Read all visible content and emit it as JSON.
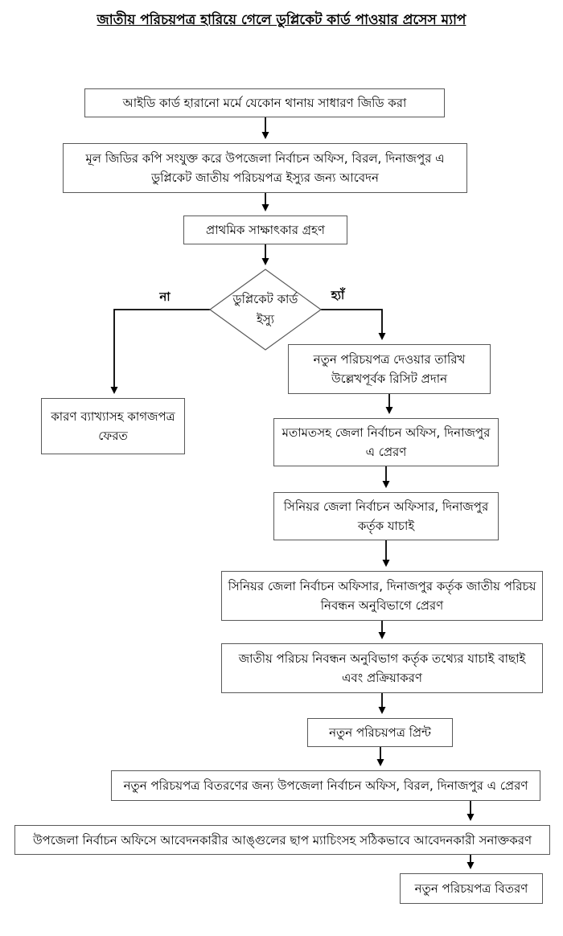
{
  "title": "জাতীয় পরিচয়পত্র হারিয়ে গেলে ডুপ্লিকেট কার্ড পাওয়ার প্রসেস ম্যাপ",
  "decision": {
    "text": "ডুপ্লিকেট কার্ড ইস্যু",
    "no_label": "না",
    "yes_label": "হ্যাঁ"
  },
  "steps": {
    "gd": "আইডি কার্ড হারানো মর্মে যেকোন থানায় সাধারণ জিডি করা",
    "application": "মূল জিডির কপি সংযুক্ত করে উপজেলা নির্বাচন অফিস, বিরল, দিনাজপুর এ ডুপ্লিকেট জাতীয় পরিচয়পত্র ইস্যুর জন্য আবেদন",
    "interview": "প্রাথমিক সাক্ষাৎকার গ্রহণ",
    "return_docs": "কারণ ব্যাখ্যাসহ কাগজপত্র ফেরত",
    "receipt": "নতুন পরিচয়পত্র দেওয়ার তারিখ উল্লেখপূর্বক রিসিট প্রদান",
    "send_district": "মতামতসহ জেলা নির্বাচন অফিস, দিনাজপুর এ প্রেরণ",
    "verify_senior": "সিনিয়র জেলা নির্বাচন অফিসার, দিনাজপুর কর্তৃক যাচাই",
    "send_nid_wing": "সিনিয়র জেলা নির্বাচন অফিসার, দিনাজপুর কর্তৃক জাতীয় পরিচয় নিবন্ধন অনুবিভাগে প্রেরণ",
    "nid_processing": "জাতীয় পরিচয় নিবন্ধন অনুবিভাগ কর্তৃক তথ্যের যাচাই বাছাই এবং প্রক্রিয়াকরণ",
    "print_card": "নতুন পরিচয়পত্র প্রিন্ট",
    "send_upazila": "নতুন পরিচয়পত্র বিতরণের জন্য উপজেলা নির্বাচন অফিস, বিরল, দিনাজপুর এ প্রেরণ",
    "identify_applicant": "উপজেলা নির্বাচন অফিসে আবেদনকারীর আঙ্গুলের ছাপ ম্যাচিংসহ সঠিকভাবে আবেদনকারী সনাক্তকরণ",
    "distribute": "নতুন পরিচয়পত্র বিতরণ"
  }
}
